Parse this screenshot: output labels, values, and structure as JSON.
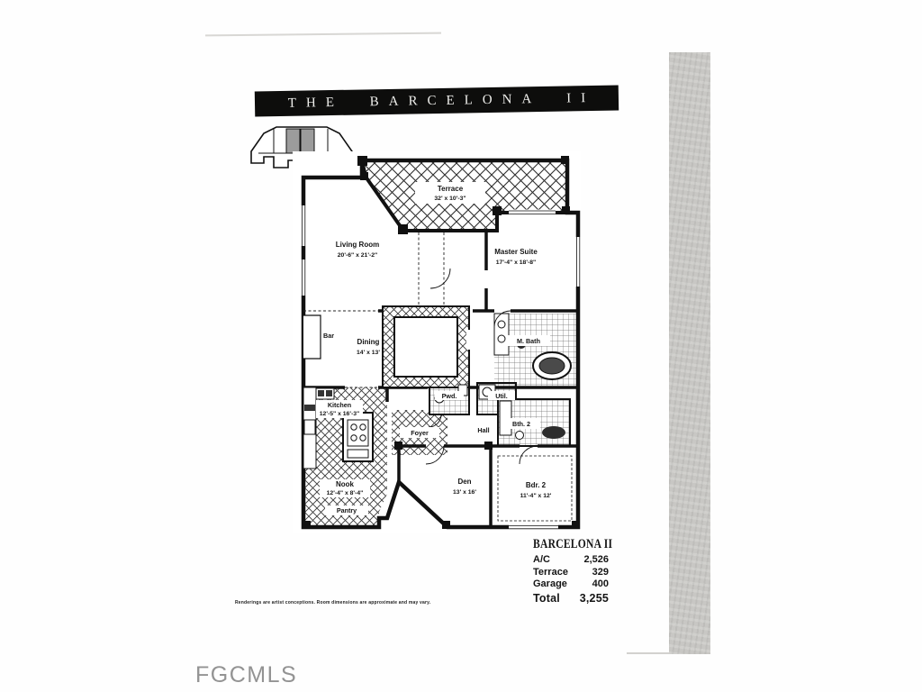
{
  "title_banner": {
    "text": "THE BARCELONA II"
  },
  "plan": {
    "rooms": {
      "terrace": {
        "name": "Terrace",
        "dims": "32' x 10'-3\""
      },
      "living": {
        "name": "Living Room",
        "dims": "20'-6\" x 21'-2\""
      },
      "master": {
        "name": "Master Suite",
        "dims": "17'-4\" x 18'-8\""
      },
      "bar": {
        "name": "Bar",
        "dims": ""
      },
      "dining": {
        "name": "Dining",
        "dims": "14' x 13'"
      },
      "mbath": {
        "name": "M. Bath",
        "dims": ""
      },
      "kitchen": {
        "name": "Kitchen",
        "dims": "12'-5\" x 16'-3\""
      },
      "pwd": {
        "name": "Pwd.",
        "dims": ""
      },
      "util": {
        "name": "Util.",
        "dims": ""
      },
      "foyer": {
        "name": "Foyer",
        "dims": ""
      },
      "hall": {
        "name": "Hall",
        "dims": ""
      },
      "nook": {
        "name": "Nook",
        "dims": "12'-4\" x 8'-4\""
      },
      "pantry": {
        "name": "Pantry",
        "dims": ""
      },
      "den": {
        "name": "Den",
        "dims": "13' x 16'"
      },
      "bdr2": {
        "name": "Bdr. 2",
        "dims": "11'-4\" x 12'"
      },
      "bth2": {
        "name": "Bth. 2",
        "dims": ""
      }
    },
    "disclaimer": "Renderings are artist conceptions. Room dimensions are approximate and may vary."
  },
  "summary": {
    "heading": "BARCELONA II",
    "rows": {
      "ac": {
        "label": "A/C",
        "value": "2,526"
      },
      "terrace": {
        "label": "Terrace",
        "value": "329"
      },
      "garage": {
        "label": "Garage",
        "value": "400"
      }
    },
    "total": {
      "label": "Total",
      "value": "3,255"
    }
  },
  "watermark": {
    "text": "FGCMLS"
  },
  "colors": {
    "banner": "#0d0d0c",
    "scan_strip": "#c8c7c4",
    "watermark_gray": "#939393",
    "ink": "#141414"
  }
}
